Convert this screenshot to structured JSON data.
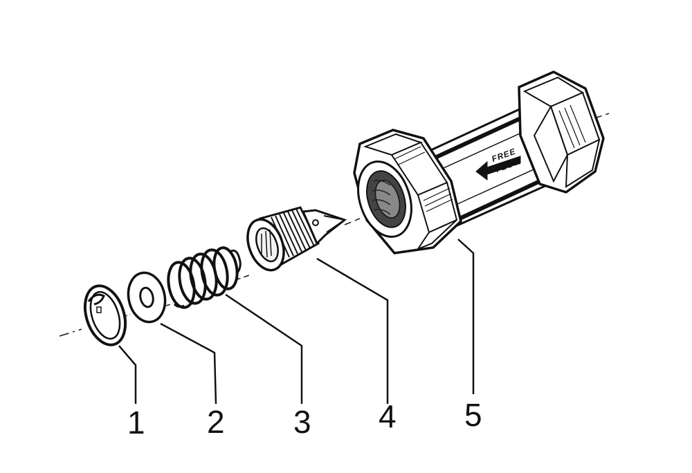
{
  "diagram": {
    "parts": [
      {
        "number": "1"
      },
      {
        "number": "2"
      },
      {
        "number": "3"
      },
      {
        "number": "4"
      },
      {
        "number": "5"
      }
    ],
    "body_marking": {
      "line1": "FREE",
      "line2": "FLOW"
    }
  }
}
